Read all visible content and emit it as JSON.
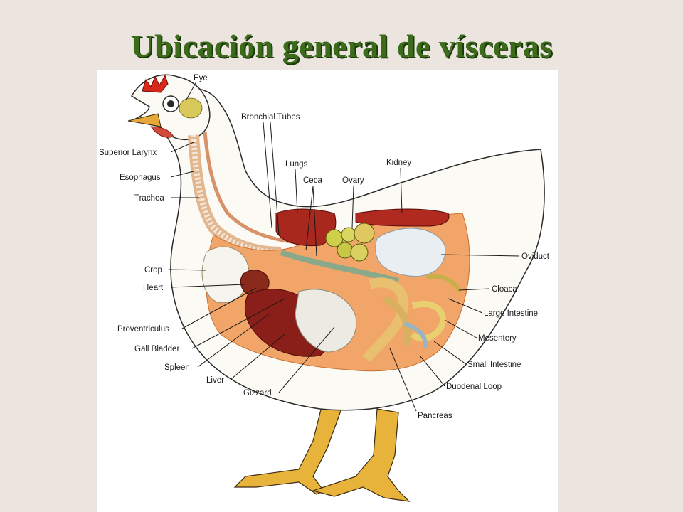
{
  "title": "Ubicación general de vísceras",
  "labels": {
    "eye": "Eye",
    "bronchial_tubes": "Bronchial Tubes",
    "superior_larynx": "Superior Larynx",
    "esophagus": "Esophagus",
    "trachea": "Trachea",
    "lungs": "Lungs",
    "ceca": "Ceca",
    "ovary": "Ovary",
    "kidney": "Kidney",
    "oviduct": "Oviduct",
    "cloaca": "Cloaca",
    "large_intestine": "Large Intestine",
    "mesentery": "Mesentery",
    "small_intestine": "Small Intestine",
    "duodenal_loop": "Duodenal Loop",
    "pancreas": "Pancreas",
    "crop": "Crop",
    "heart": "Heart",
    "proventriculus": "Proventriculus",
    "gall_bladder": "Gall Bladder",
    "spleen": "Spleen",
    "liver": "Liver",
    "gizzard": "Gizzard"
  }
}
